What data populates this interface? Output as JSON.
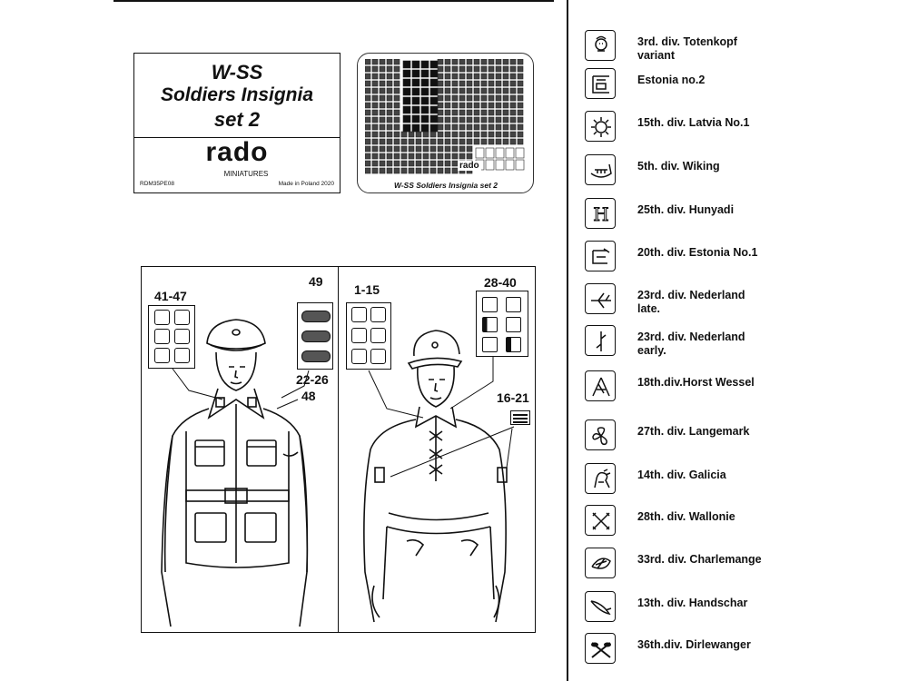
{
  "title_card": {
    "line1": "W-SS",
    "line2": "Soldiers Insignia",
    "line3": "set 2",
    "brand": "rado",
    "brand_sub": "MINIATURES",
    "code": "RDM35PE08",
    "made_in": "Made in Poland 2020"
  },
  "fret": {
    "label": "W-SS Soldiers Insignia set 2",
    "brand": "rado"
  },
  "figure_left": {
    "callout_collar": "41-47",
    "callout_shoulder": "49",
    "callout_sleeve": "22-26",
    "callout_sleeve2": "48"
  },
  "figure_right": {
    "callout_collar": "1-15",
    "callout_shoulder": "28-40",
    "callout_cuff": "16-21"
  },
  "insignia": [
    {
      "label": "3rd. div. Totenkopf\n        variant",
      "icon": "skull-icon"
    },
    {
      "label": "Estonia  no.2",
      "icon": "estonia-rune-icon"
    },
    {
      "label": "15th. div. Latvia No.1",
      "icon": "latvia-sun-icon"
    },
    {
      "label": "5th. div. Wiking",
      "icon": "wiking-ship-icon"
    },
    {
      "label": "25th. div. Hunyadi",
      "icon": "letter-h-icon"
    },
    {
      "label": "20th. div. Estonia No.1",
      "icon": "estonia-e-icon"
    },
    {
      "label": "23rd. div. Nederland\nlate.",
      "icon": "wolfsangel-late-icon"
    },
    {
      "label": "23rd. div. Nederland\nearly.",
      "icon": "wolfsangel-early-icon"
    },
    {
      "label": "18th.div.Horst Wessel",
      "icon": "horst-wessel-icon"
    },
    {
      "label": "27th. div. Langemark",
      "icon": "triskele-icon"
    },
    {
      "label": "14th. div. Galicia",
      "icon": "galicia-lion-icon"
    },
    {
      "label": "28th. div. Wallonie",
      "icon": "burgundy-cross-icon"
    },
    {
      "label": "33rd. div. Charlemange",
      "icon": "charlemagne-icon"
    },
    {
      "label": "13th. div. Handschar",
      "icon": "handschar-icon"
    },
    {
      "label": "36th.div. Dirlewanger",
      "icon": "crossed-grenades-icon"
    }
  ]
}
